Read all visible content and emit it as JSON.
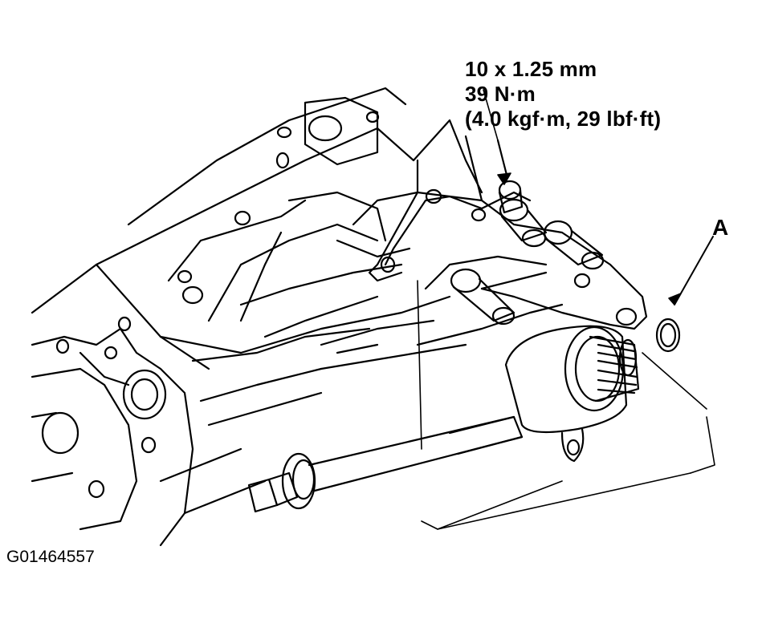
{
  "torque_spec": {
    "thread_size": "10 x 1.25 mm",
    "torque_nm": "39 N·m",
    "torque_alt": "(4.0 kgf·m, 29 lbf·ft)"
  },
  "callout_label": "A",
  "figure_id": "G01464557"
}
